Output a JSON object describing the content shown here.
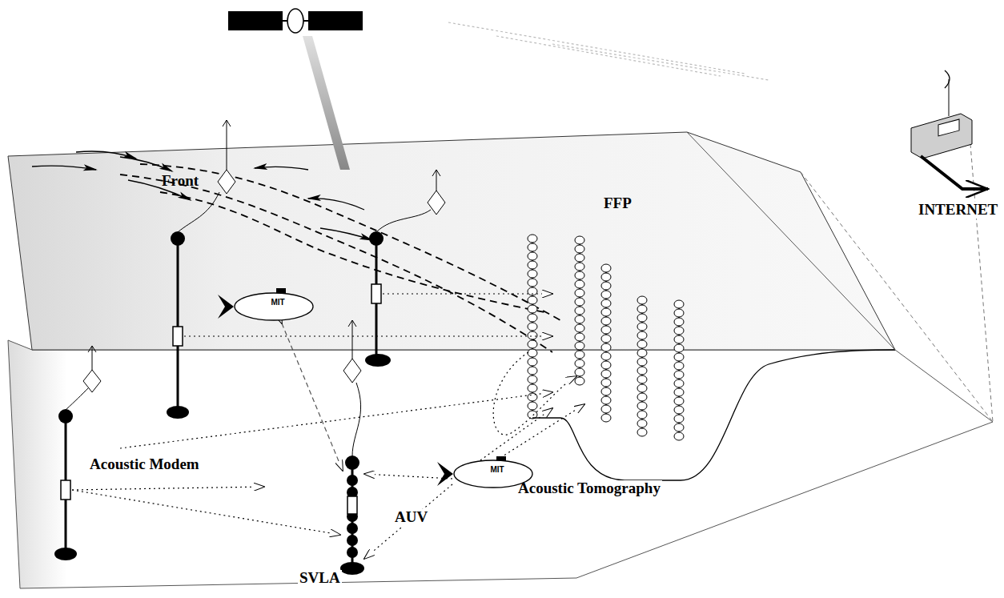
{
  "diagram": {
    "nodes": [
      {
        "text": [
          "MIT"
        ]
      },
      {
        "text": [
          "MIT",
          "AUV"
        ]
      }
    ],
    "labels": [
      "Front",
      "FFP",
      "Acoustic Modem",
      "Acoustic Tomography",
      "SVLA",
      "INTERNET"
    ]
  }
}
